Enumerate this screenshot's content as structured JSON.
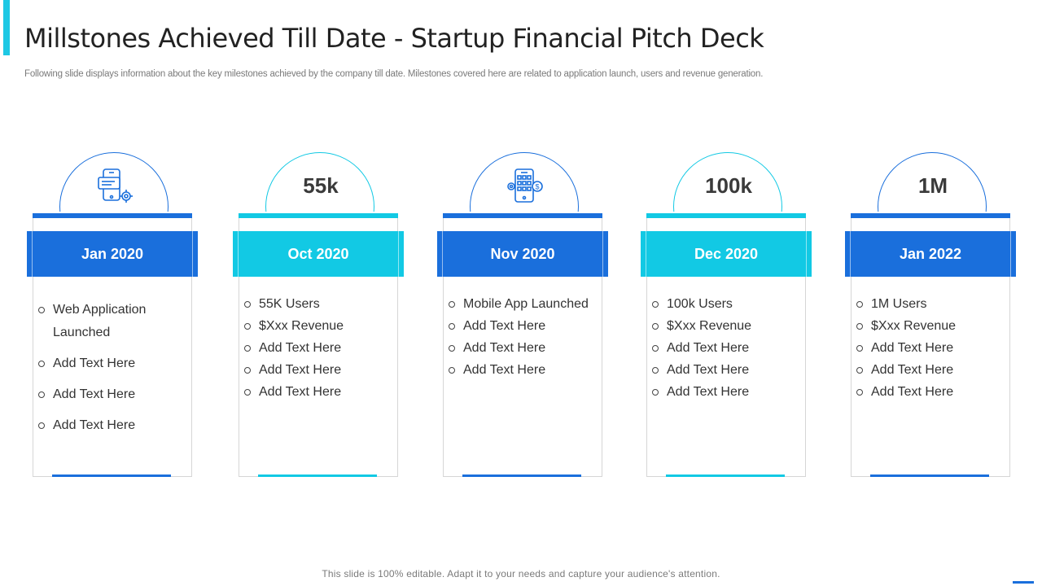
{
  "title": "Millstones Achieved Till Date - Startup Financial Pitch Deck",
  "subtitle": "Following slide displays information about the key milestones achieved by the company till date. Milestones covered here are related to application launch, users and revenue generation.",
  "footer": "This slide is 100% editable. Adapt it to your needs and capture your audience's attention.",
  "colors": {
    "blue": "#1a6fdc",
    "cyan": "#12c9e4",
    "accent": "#1ec8e4"
  },
  "milestones": [
    {
      "label": "",
      "icon": "web-app-settings-icon",
      "date": "Jan 2020",
      "items": [
        "Web Application Launched",
        "Add Text Here",
        "Add Text Here",
        "Add Text Here"
      ]
    },
    {
      "label": "55k",
      "icon": "",
      "date": "Oct 2020",
      "items": [
        "55K Users",
        "$Xxx Revenue",
        "Add Text Here",
        "Add Text Here",
        "Add Text Here"
      ]
    },
    {
      "label": "",
      "icon": "mobile-app-icon",
      "date": "Nov 2020",
      "items": [
        "Mobile App Launched",
        "Add Text Here",
        "Add Text Here",
        "Add Text Here"
      ]
    },
    {
      "label": "100k",
      "icon": "",
      "date": "Dec 2020",
      "items": [
        "100k Users",
        "$Xxx Revenue",
        "Add Text Here",
        "Add Text Here",
        "Add Text Here"
      ]
    },
    {
      "label": "1M",
      "icon": "",
      "date": "Jan 2022",
      "items": [
        "1M Users",
        "$Xxx Revenue",
        "Add Text Here",
        "Add Text Here",
        "Add Text Here"
      ]
    }
  ]
}
